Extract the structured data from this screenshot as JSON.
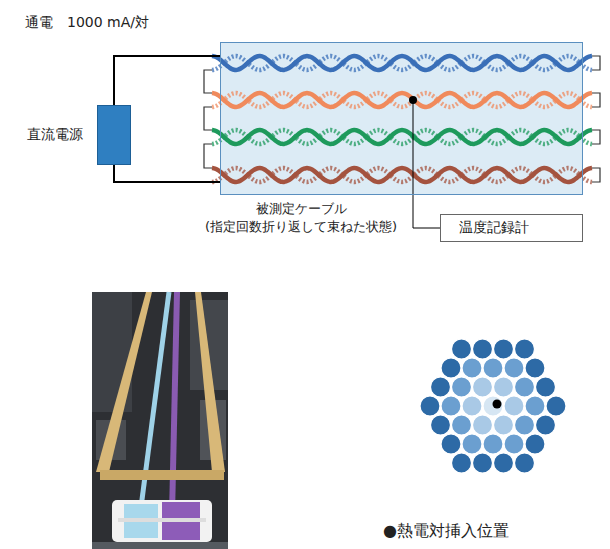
{
  "diagram": {
    "nodes": [
      {
        "text": [
          "直流電源"
        ]
      },
      {
        "text": [
          "被測定ケーブル (指定回数折り返して束ねた状態)"
        ]
      },
      {
        "text": [
          "温度記録計"
        ]
      }
    ],
    "edges": [
      {
        "from": 0,
        "to": 1,
        "arrow": "none"
      },
      {
        "from": 0,
        "to": 1,
        "arrow": "none"
      },
      {
        "from": 1,
        "to": 2,
        "arrow": "none"
      }
    ],
    "labels": [
      "通電　1000 mA/対",
      "●熱電対挿入位置"
    ]
  }
}
